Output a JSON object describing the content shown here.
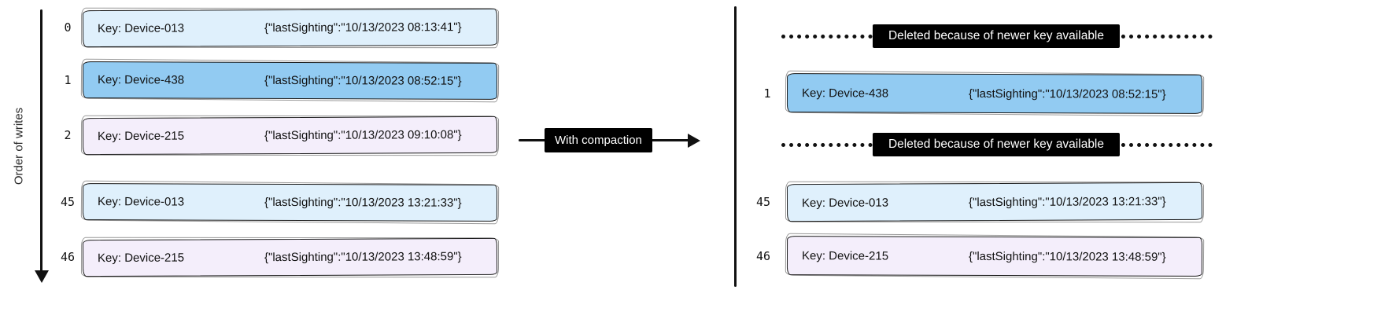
{
  "axis": {
    "label": "Order of writes"
  },
  "compaction": {
    "label": "With compaction"
  },
  "colors": {
    "light_blue": "#dff0fc",
    "medium_blue": "#92cbf2",
    "lavender": "#f4eefb",
    "badge_bg": "#000000",
    "badge_text": "#ffffff",
    "ink": "#1b1b1b"
  },
  "left": {
    "rows": [
      {
        "index": "0",
        "key": "Key: Device-013",
        "value": "{\"lastSighting\":\"10/13/2023 08:13:41\"}",
        "color": "#dff0fc"
      },
      {
        "index": "1",
        "key": "Key: Device-438",
        "value": "{\"lastSighting\":\"10/13/2023 08:52:15\"}",
        "color": "#92cbf2"
      },
      {
        "index": "2",
        "key": "Key: Device-215",
        "value": "{\"lastSighting\":\"10/13/2023 09:10:08\"}",
        "color": "#f4eefb"
      },
      {
        "index": "45",
        "key": "Key: Device-013",
        "value": "{\"lastSighting\":\"10/13/2023 13:21:33\"}",
        "color": "#dff0fc"
      },
      {
        "index": "46",
        "key": "Key: Device-215",
        "value": "{\"lastSighting\":\"10/13/2023 13:48:59\"}",
        "color": "#f4eefb"
      }
    ]
  },
  "right": {
    "rows": [
      {
        "type": "deleted",
        "label": "Deleted because of newer key available"
      },
      {
        "type": "record",
        "index": "1",
        "key": "Key: Device-438",
        "value": "{\"lastSighting\":\"10/13/2023 08:52:15\"}",
        "color": "#92cbf2"
      },
      {
        "type": "deleted",
        "label": "Deleted because of newer key available"
      },
      {
        "type": "record",
        "index": "45",
        "key": "Key: Device-013",
        "value": "{\"lastSighting\":\"10/13/2023 13:21:33\"}",
        "color": "#dff0fc"
      },
      {
        "type": "record",
        "index": "46",
        "key": "Key: Device-215",
        "value": "{\"lastSighting\":\"10/13/2023 13:48:59\"}",
        "color": "#f4eefb"
      }
    ]
  }
}
